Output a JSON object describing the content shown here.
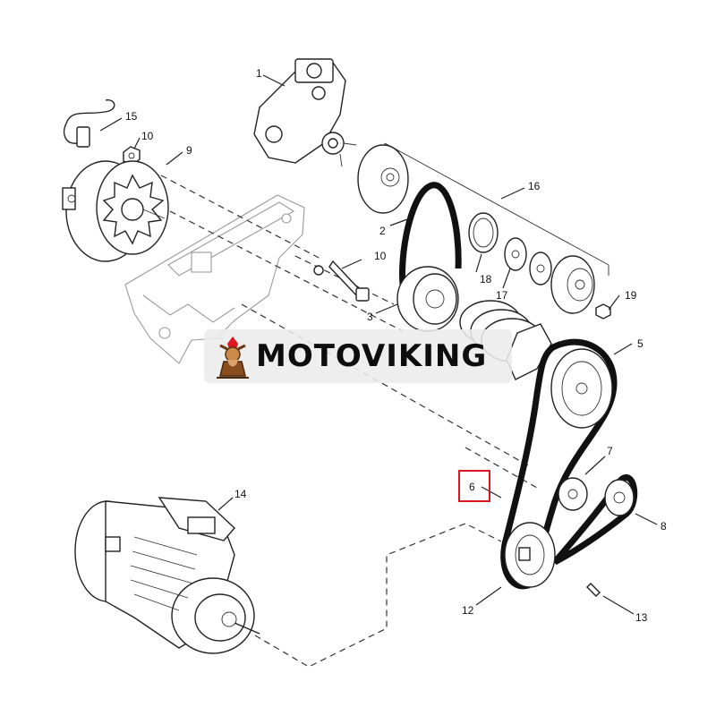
{
  "watermark": {
    "brand": "MOTOVIKING",
    "accent": "#e0141e"
  },
  "highlight": {
    "part": "6",
    "color": "#e0141e"
  },
  "labels": {
    "p1": "1",
    "p2": "2",
    "p3": "3",
    "p5": "5",
    "p6": "6",
    "p7": "7",
    "p8": "8",
    "p9": "9",
    "p10a": "10",
    "p10b": "10",
    "p12": "12",
    "p13": "13",
    "p14": "14",
    "p15": "15",
    "p16": "16",
    "p17": "17",
    "p18": "18",
    "p19": "19"
  },
  "icons": [
    "viking-logo-icon"
  ]
}
